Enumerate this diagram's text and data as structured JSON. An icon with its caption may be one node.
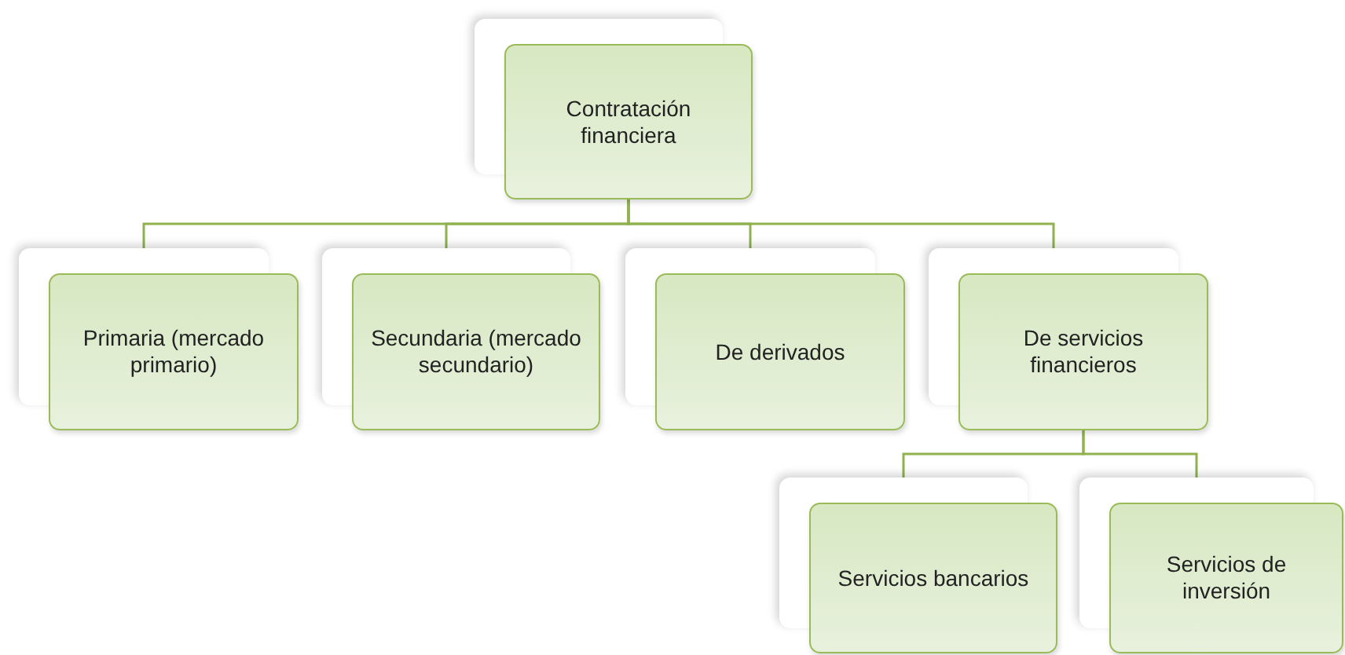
{
  "diagram": {
    "nodes": [
      {
        "text": [
          "Contratación financiera"
        ]
      },
      {
        "text": [
          "Primaria (mercado primario)"
        ]
      },
      {
        "text": [
          "Secundaria (mercado secundario)"
        ]
      },
      {
        "text": [
          "De derivados"
        ]
      },
      {
        "text": [
          "De servicios financieros"
        ]
      },
      {
        "text": [
          "Servicios bancarios"
        ]
      },
      {
        "text": [
          "Servicios de inversión"
        ]
      }
    ],
    "edges": [
      {
        "from": 0,
        "to": 1,
        "arrow": "none"
      },
      {
        "from": 0,
        "to": 2,
        "arrow": "none"
      },
      {
        "from": 0,
        "to": 3,
        "arrow": "none"
      },
      {
        "from": 0,
        "to": 4,
        "arrow": "none"
      },
      {
        "from": 4,
        "to": 5,
        "arrow": "none"
      },
      {
        "from": 4,
        "to": 6,
        "arrow": "none"
      }
    ]
  }
}
